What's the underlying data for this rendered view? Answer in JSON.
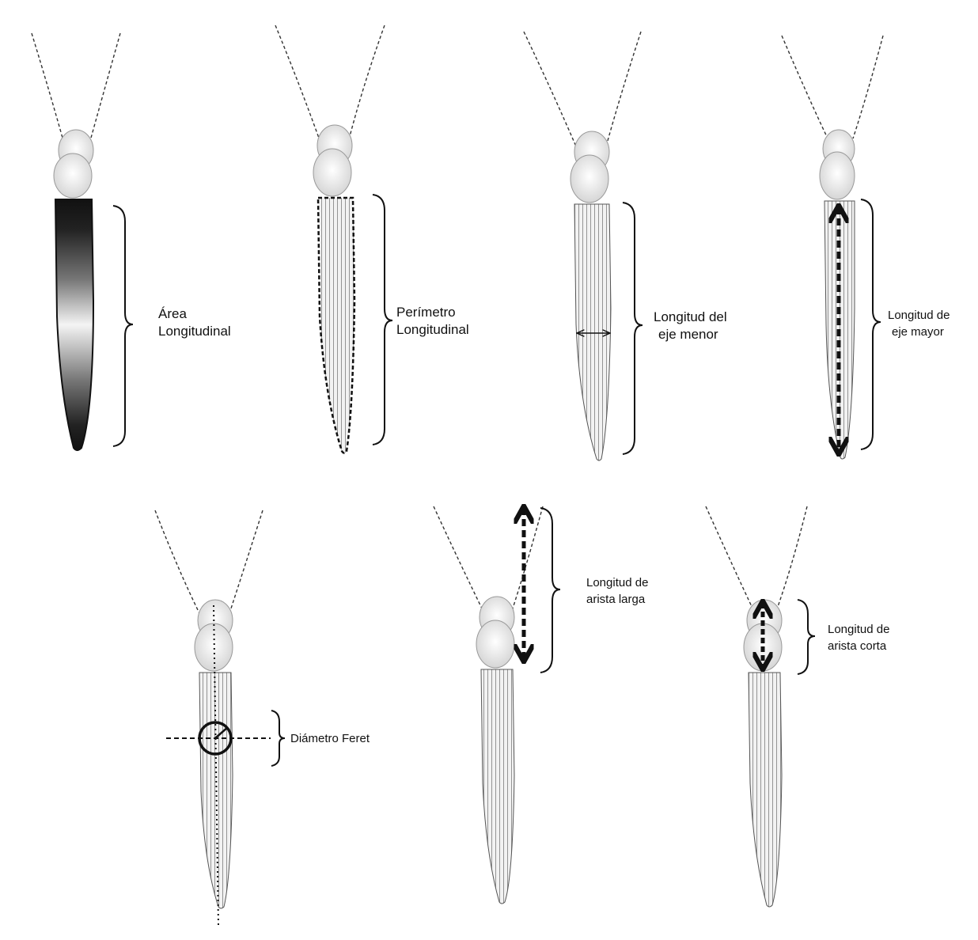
{
  "panels": [
    {
      "id": "area",
      "lines": [
        "Área",
        "Longitudinal"
      ]
    },
    {
      "id": "perimeter",
      "lines": [
        "Perímetro",
        "Longitudinal"
      ]
    },
    {
      "id": "minor-axis",
      "lines": [
        "Longitud del",
        "eje menor"
      ]
    },
    {
      "id": "major-axis",
      "lines": [
        "Longitud de",
        "eje mayor"
      ]
    },
    {
      "id": "feret",
      "lines": [
        "Diámetro Feret"
      ]
    },
    {
      "id": "long-awn",
      "lines": [
        "Longitud de",
        "arista larga"
      ]
    },
    {
      "id": "short-awn",
      "lines": [
        "Longitud de",
        "arista corta"
      ]
    }
  ]
}
